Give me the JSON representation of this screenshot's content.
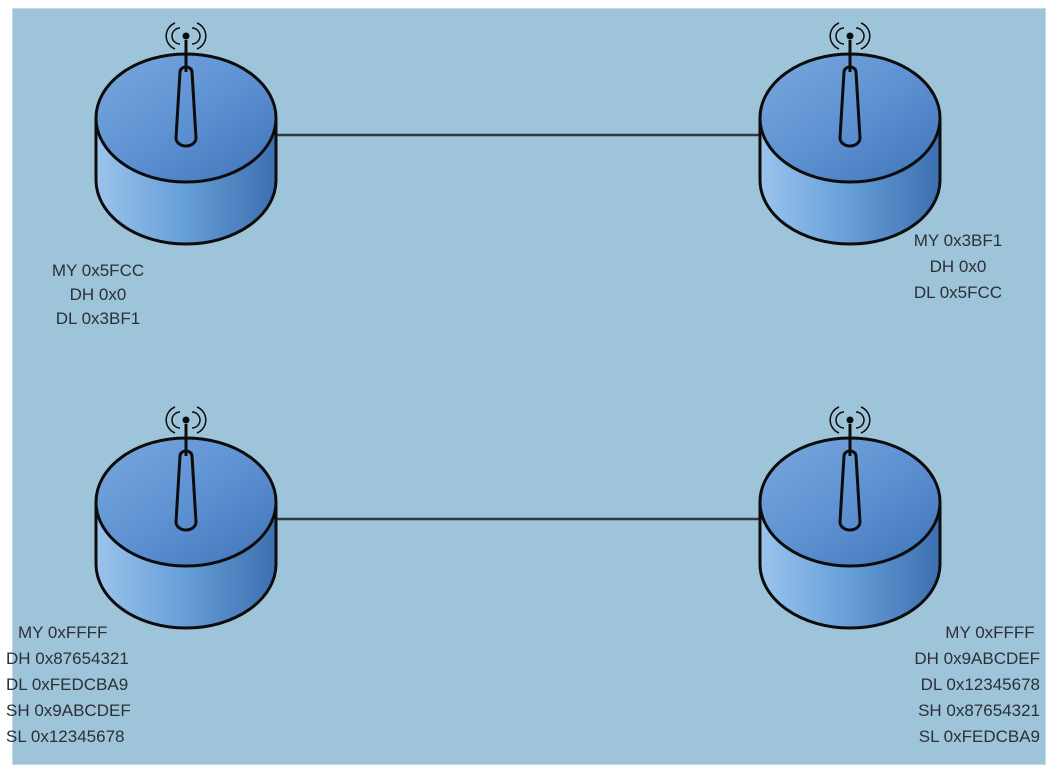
{
  "colors": {
    "background": "#9ec4da",
    "border_light": "#bcd6e6",
    "link_line": "#2f3a44",
    "device_top": "#5b8fd0",
    "device_top_dark": "#3f73b8",
    "device_side": "#6aa2da",
    "device_side_dark": "#3c6fb0",
    "outline": "#0c0c0c",
    "label_text": "#2b2f36"
  },
  "nodes": [
    {
      "id": "node-top-left",
      "icon": "xbee-radio-icon",
      "lines": [
        "MY 0x5FCC",
        "DH 0x0",
        "DL 0x3BF1"
      ]
    },
    {
      "id": "node-top-right",
      "icon": "xbee-radio-icon",
      "lines": [
        "MY 0x3BF1",
        "DH 0x0",
        "DL 0x5FCC"
      ]
    },
    {
      "id": "node-bottom-left",
      "icon": "xbee-radio-icon",
      "lines": [
        "MY 0xFFFF",
        "DH 0x87654321",
        "DL 0xFEDCBA9",
        "SH 0x9ABCDEF",
        "SL 0x12345678"
      ]
    },
    {
      "id": "node-bottom-right",
      "icon": "xbee-radio-icon",
      "lines": [
        "MY 0xFFFF",
        "DH 0x9ABCDEF",
        "DL 0x12345678",
        "SH 0x87654321",
        "SL 0xFEDCBA9"
      ]
    }
  ],
  "links": [
    {
      "from": "node-top-left",
      "to": "node-top-right"
    },
    {
      "from": "node-bottom-left",
      "to": "node-bottom-right"
    }
  ]
}
